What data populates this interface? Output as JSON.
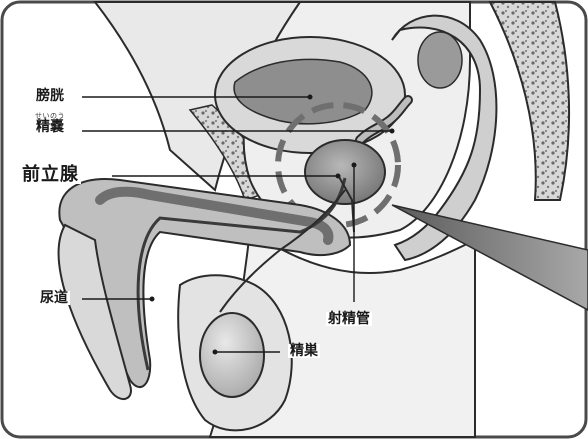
{
  "labels": {
    "bladder": "膀胱",
    "seminal_vesicle": "精嚢",
    "seminal_vesicle_reading": "せいのう",
    "prostate": "前立腺",
    "urethra": "尿道",
    "ejaculatory_duct": "射精管",
    "testis": "精巣"
  },
  "colors": {
    "outline": "#2b2b2b",
    "tissue_light": "#e6e6e6",
    "tissue_mid": "#c9c9c9",
    "tissue_dark": "#8e8e8e",
    "highlight_circle": "#6f6f6f",
    "probe": "#7a7a7a"
  }
}
